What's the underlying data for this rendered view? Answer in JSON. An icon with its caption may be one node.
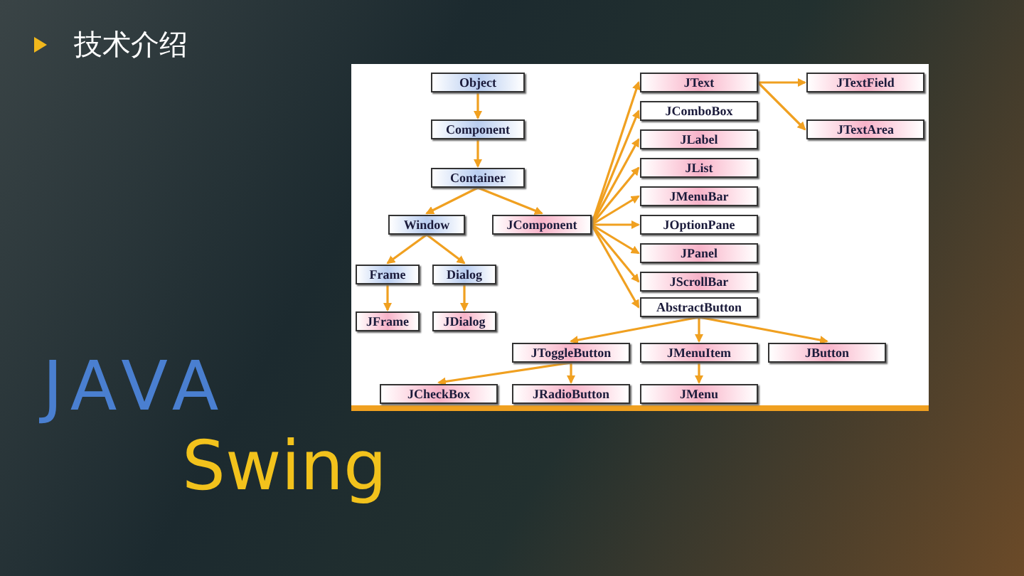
{
  "diagram": {
    "title": "技术介绍",
    "nodes": [
      {
        "text": [
          "Object"
        ]
      },
      {
        "text": [
          "Component"
        ]
      },
      {
        "text": [
          "Container"
        ]
      },
      {
        "text": [
          "Window"
        ]
      },
      {
        "text": [
          "JComponent"
        ]
      },
      {
        "text": [
          "Frame"
        ]
      },
      {
        "text": [
          "Dialog"
        ]
      },
      {
        "text": [
          "JFrame"
        ]
      },
      {
        "text": [
          "JDialog"
        ]
      },
      {
        "text": [
          "JText"
        ]
      },
      {
        "text": [
          "JComboBox"
        ]
      },
      {
        "text": [
          "JLabel"
        ]
      },
      {
        "text": [
          "JList"
        ]
      },
      {
        "text": [
          "JMenuBar"
        ]
      },
      {
        "text": [
          "JOptionPane"
        ]
      },
      {
        "text": [
          "JPanel"
        ]
      },
      {
        "text": [
          "JScrollBar"
        ]
      },
      {
        "text": [
          "AbstractButton"
        ]
      },
      {
        "text": [
          "JTextField"
        ]
      },
      {
        "text": [
          "JTextArea"
        ]
      },
      {
        "text": [
          "JToggleButton"
        ]
      },
      {
        "text": [
          "JMenuItem"
        ]
      },
      {
        "text": [
          "JButton"
        ]
      },
      {
        "text": [
          "JCheckBox"
        ]
      },
      {
        "text": [
          "JRadioButton"
        ]
      },
      {
        "text": [
          "JMenu"
        ]
      }
    ],
    "edges": [
      {
        "from": 0,
        "to": 1,
        "arrow": "to"
      },
      {
        "from": 1,
        "to": 2,
        "arrow": "to"
      },
      {
        "from": 2,
        "to": 3,
        "arrow": "to"
      },
      {
        "from": 2,
        "to": 4,
        "arrow": "to"
      },
      {
        "from": 3,
        "to": 5,
        "arrow": "to"
      },
      {
        "from": 3,
        "to": 6,
        "arrow": "to"
      },
      {
        "from": 5,
        "to": 7,
        "arrow": "to"
      },
      {
        "from": 6,
        "to": 8,
        "arrow": "to"
      },
      {
        "from": 4,
        "to": 9,
        "arrow": "to"
      },
      {
        "from": 4,
        "to": 10,
        "arrow": "to"
      },
      {
        "from": 4,
        "to": 11,
        "arrow": "to"
      },
      {
        "from": 4,
        "to": 12,
        "arrow": "to"
      },
      {
        "from": 4,
        "to": 13,
        "arrow": "to"
      },
      {
        "from": 4,
        "to": 14,
        "arrow": "to"
      },
      {
        "from": 4,
        "to": 15,
        "arrow": "to"
      },
      {
        "from": 4,
        "to": 16,
        "arrow": "to"
      },
      {
        "from": 4,
        "to": 17,
        "arrow": "to"
      },
      {
        "from": 9,
        "to": 18,
        "arrow": "to"
      },
      {
        "from": 9,
        "to": 19,
        "arrow": "to"
      },
      {
        "from": 17,
        "to": 20,
        "arrow": "to"
      },
      {
        "from": 17,
        "to": 21,
        "arrow": "to"
      },
      {
        "from": 17,
        "to": 22,
        "arrow": "to"
      },
      {
        "from": 20,
        "to": 23,
        "arrow": "to"
      },
      {
        "from": 20,
        "to": 24,
        "arrow": "to"
      },
      {
        "from": 21,
        "to": 25,
        "arrow": "to"
      }
    ],
    "labels": [
      "JAVA",
      "Swing"
    ]
  }
}
